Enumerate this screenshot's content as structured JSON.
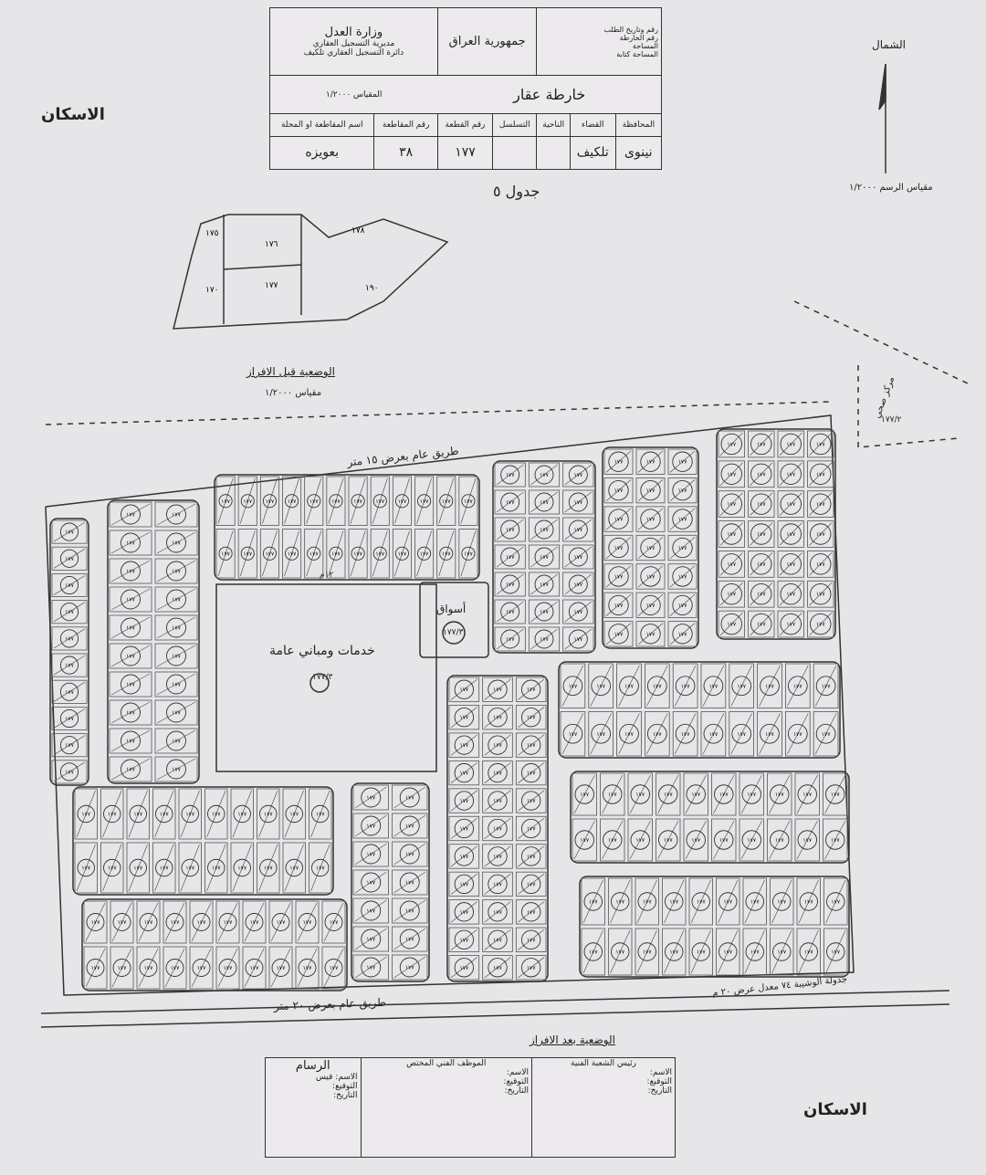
{
  "header": {
    "ministry": "وزارة العدل",
    "directorate": "مديرية التسجيل العقاري",
    "office": "دائرة التسجيل العقاري تلكيف",
    "country": "جمهورية العراق",
    "info_lines": [
      "رقم وتاريخ الطلب",
      "رقم الخارطة",
      "المساحة",
      "المساحة كتابة"
    ],
    "map_title": "خارطة عقار",
    "scale_label": "المقياس ١/٢٠٠٠",
    "columns": [
      "المحافظة",
      "القضاء",
      "الناحية",
      "التسلسل",
      "رقم القطعة",
      "رقم المقاطعة",
      "اسم المقاطعة او المحلة"
    ],
    "values": [
      "نينوى",
      "تلكيف",
      "",
      "",
      "١٧٧",
      "٣٨",
      "بعويزه"
    ]
  },
  "labels": {
    "housing_left": "الاسكان",
    "housing_right": "الاسكان",
    "north": "الشمال",
    "drawing_scale": "مقياس الرسم ١/٢٠٠٠",
    "table_note": "جدول ٥",
    "before_title": "الوضعية قبل الافراز",
    "before_scale": "مقياس ١/٢٠٠٠",
    "after_title": "الوضعية بعد الافراز",
    "road_top": "طريق عام بعرض ١٥ متر",
    "road_bottom": "طريق عام بعرض ٢٠ متر",
    "road_side": "جدولة الوشيبة ٧٤ معدل عرض ٢٠ م",
    "health_center": "مركز صحي",
    "health_plot": "١٧٧/٢",
    "services": "خدمات ومباني عامة",
    "services_plot": "١٧٧/٣",
    "markets": "أسواق",
    "markets_plot": "١٧٧/٣",
    "plot_parent": "١٧٧",
    "street_width": "١٢م"
  },
  "before_plots": [
    "١٧٥",
    "١٧٦",
    "١٧٧",
    "١٧٨",
    "١٧٠",
    "١٩٠"
  ],
  "footer": {
    "col1_title": "الرسام",
    "col1_rows": [
      "الاسم: قيس",
      "التوقيع:",
      "التاريخ:"
    ],
    "col2_title": "الموظف الفني المختص",
    "col2_rows": [
      "الاسم:",
      "التوقيع:",
      "التاريخ:"
    ],
    "col3_title": "رئيس الشعبة الفنية",
    "col3_rows": [
      "الاسم:",
      "التوقيع:",
      "التاريخ:"
    ]
  }
}
